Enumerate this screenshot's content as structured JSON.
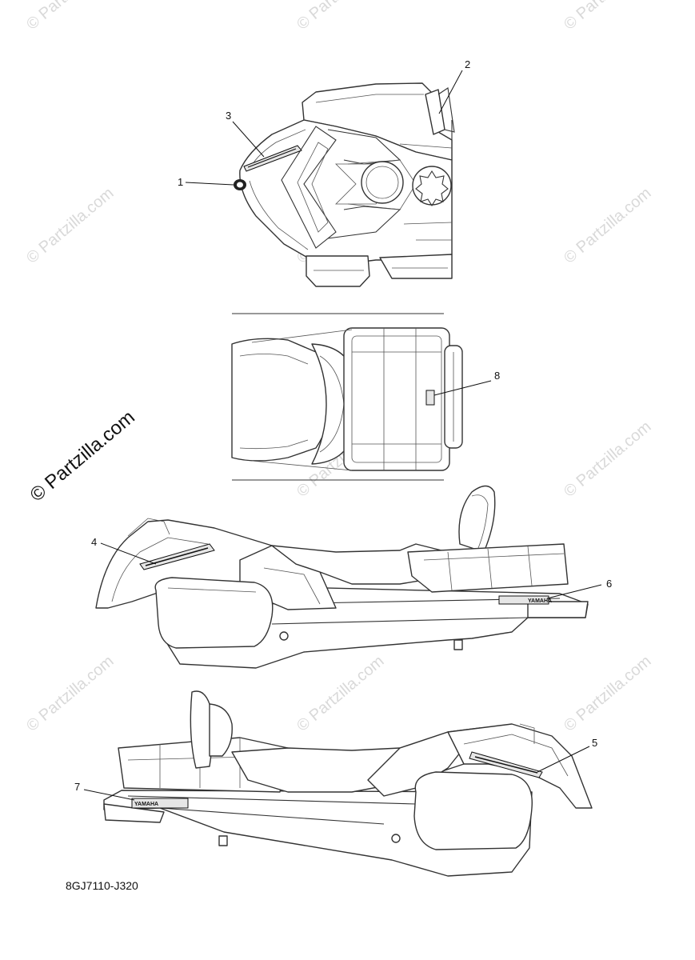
{
  "watermark": {
    "text": "© Partzilla.com",
    "corner_text": "© Partz",
    "main_text": "© Partzilla.com"
  },
  "callouts": [
    "1",
    "2",
    "3",
    "4",
    "5",
    "6",
    "7",
    "8"
  ],
  "decal_text": {
    "yamaha": "YAMAHA"
  },
  "diagram_code": "8GJ7110-J320"
}
